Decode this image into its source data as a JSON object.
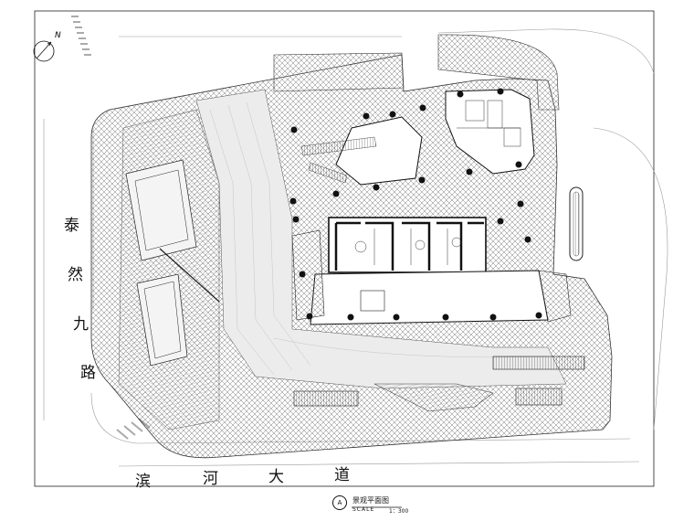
{
  "roads": {
    "west": [
      "泰",
      "然",
      "九",
      "路"
    ],
    "south": [
      "滨",
      "河",
      "大",
      "道"
    ]
  },
  "title": {
    "marker": "A",
    "name": "景观平面图",
    "scale_label": "SCALE",
    "scale_value": "1：300"
  },
  "north_label": "N"
}
